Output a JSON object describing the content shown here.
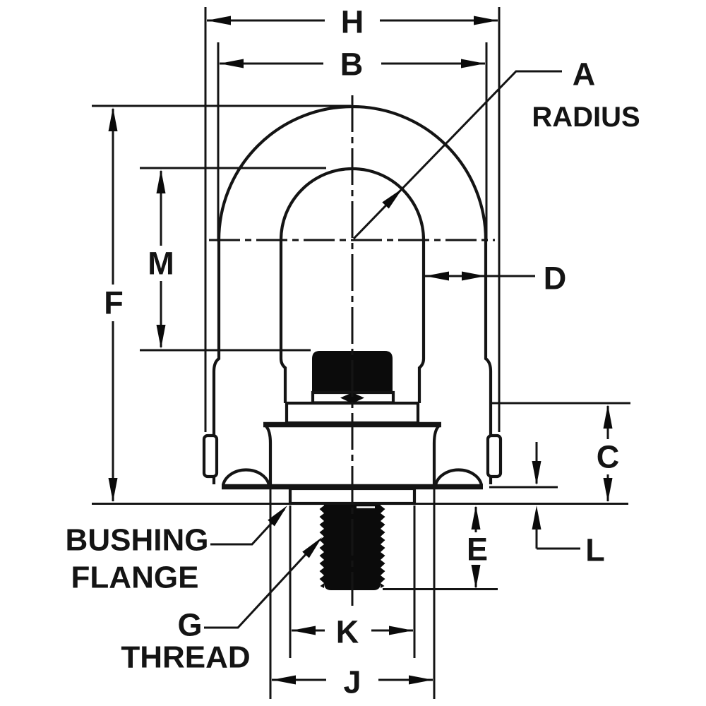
{
  "diagram": {
    "type": "engineering-dimension-drawing",
    "subject": "swivel hoist ring side view with dimension callouts",
    "colors": {
      "line": "#141414",
      "background": "#ffffff",
      "solid_fill": "#0b0b0b"
    },
    "dimension_labels": {
      "h": "H",
      "b": "B",
      "a": "A",
      "radius": "RADIUS",
      "m": "M",
      "f": "F",
      "d": "D",
      "c": "C",
      "e": "E",
      "l": "L",
      "k": "K",
      "j": "J"
    },
    "callouts": {
      "bushing_line1": "BUSHING",
      "bushing_line2": "FLANGE",
      "g_label": "G",
      "thread_label": "THREAD"
    }
  }
}
